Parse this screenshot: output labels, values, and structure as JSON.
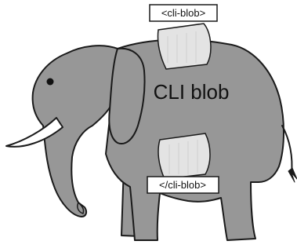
{
  "colors": {
    "body": "#979797",
    "outline": "#1a1a1a",
    "tusk": "#ffffff",
    "pad": "#e3e3e3",
    "label_box": "#ffffff",
    "background": "#ffffff"
  },
  "labels": {
    "open_tag": "<cli-blob>",
    "close_tag": "</cli-blob>",
    "center_text": "CLI blob"
  }
}
